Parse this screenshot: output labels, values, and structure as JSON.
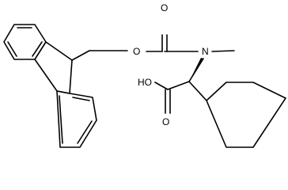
{
  "molecule": {
    "atom_labels": {
      "ester_oxygen": "O",
      "carbonyl_oxygen": "O",
      "nitrogen": "N",
      "acid_hydroxyl": "HO",
      "acid_carbonyl_oxygen": "O"
    },
    "colors": {
      "bond": "#000000",
      "text": "#000000",
      "background": "#ffffff"
    },
    "stereo": "wedge-bond-on-alpha-carbon"
  }
}
